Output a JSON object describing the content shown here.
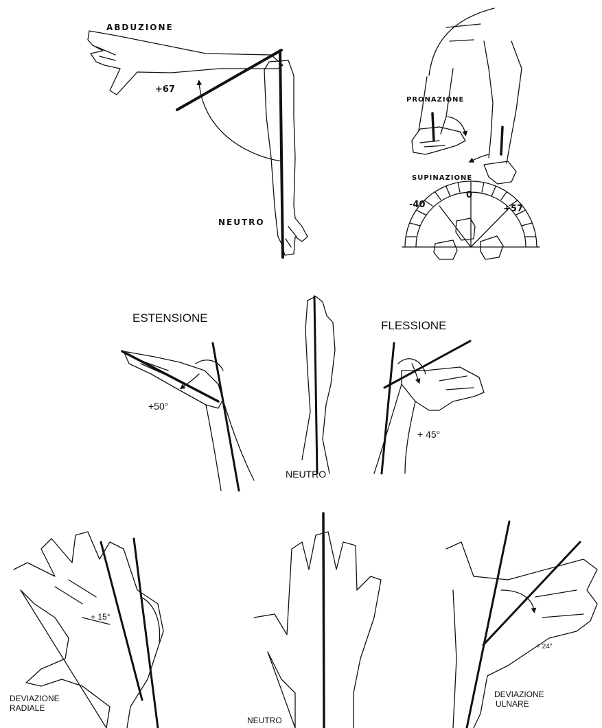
{
  "shoulder": {
    "abduction_label": "ABDUZIONE",
    "abduction_value": "+67",
    "neutral_label": "NEUTRO"
  },
  "forearm": {
    "pronation_label": "PRONAZIONE",
    "supination_label": "SUPINAZIONE",
    "pronation_value": "-40",
    "zero_value": "0",
    "supination_value": "+57"
  },
  "wrist_flexion": {
    "extension_label": "ESTENSIONE",
    "extension_value": "+50°",
    "flexion_label": "FLESSIONE",
    "flexion_value": "+ 45°",
    "neutral_label": "NEUTRO"
  },
  "wrist_deviation": {
    "radial_label_line1": "DEVIAZIONE",
    "radial_label_line2": "RADIALE",
    "radial_value": "+ 15°",
    "neutral_label": "NEUTRO",
    "ulnar_label_line1": "DEVIAZIONE",
    "ulnar_label_line2": "ULNARE",
    "ulnar_value": "+ 24°"
  },
  "colors": {
    "ink": "#111111",
    "background": "#ffffff"
  }
}
